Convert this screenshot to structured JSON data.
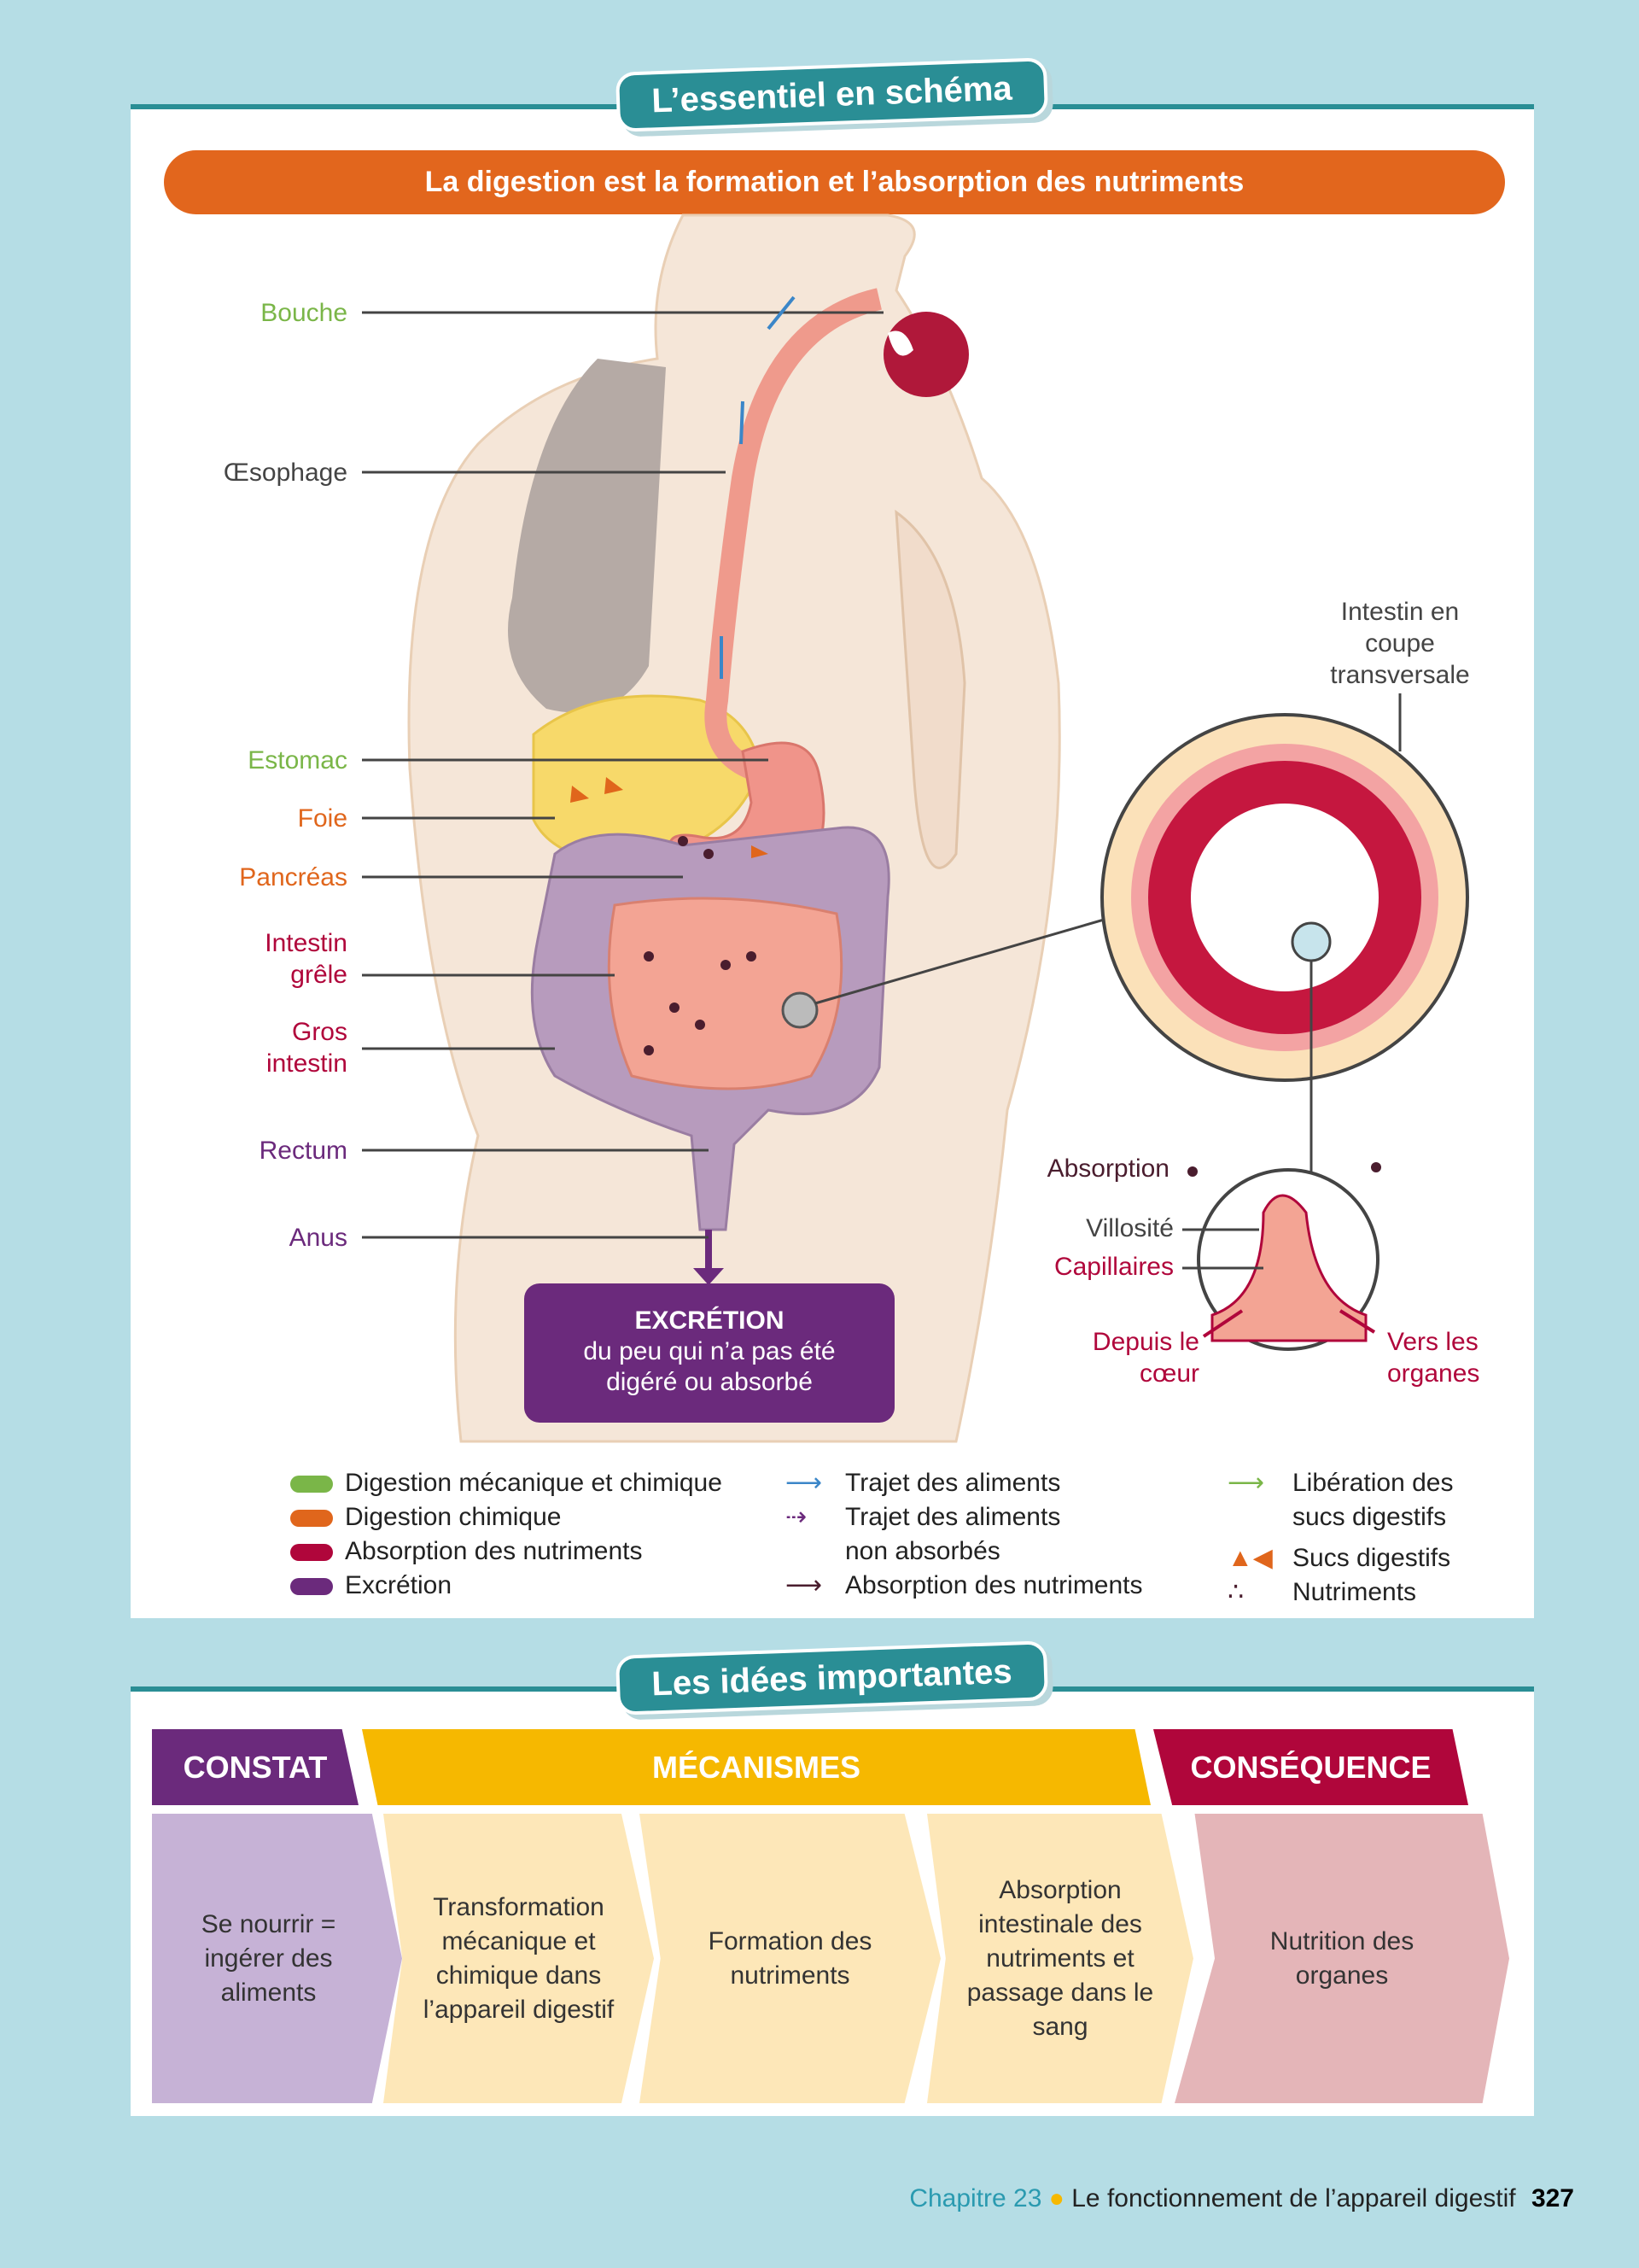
{
  "schema": {
    "tab": "L’essentiel en schéma",
    "banner": "La digestion est la formation et l’absorption des nutriments",
    "labels": {
      "bouche": "Bouche",
      "oesophage": "Œsophage",
      "estomac": "Estomac",
      "foie": "Foie",
      "pancreas": "Pancréas",
      "intestin_grele": "Intestin grêle",
      "gros_intestin": "Gros intestin",
      "rectum": "Rectum",
      "anus": "Anus"
    },
    "excretion": {
      "title": "EXCRÉTION",
      "text": "du peu qui n’a pas été digéré ou absorbé"
    },
    "coupe": "Intestin en coupe transversale",
    "villus": {
      "absorption": "Absorption",
      "villosite": "Villosité",
      "capillaires": "Capillaires",
      "depuis": "Depuis le cœur",
      "vers": "Vers les organes"
    },
    "legend": {
      "col1": [
        "Digestion mécanique et chimique",
        "Digestion chimique",
        "Absorption des nutriments",
        "Excrétion"
      ],
      "col2": [
        "Trajet des aliments",
        "Trajet des aliments non absorbés",
        "Absorption des nutriments"
      ],
      "col3": [
        "Libération des sucs digestifs",
        "Sucs digestifs",
        "Nutriments"
      ]
    },
    "colors": {
      "green": "#7ab648",
      "orange": "#e0661c",
      "red": "#b0063b",
      "purple": "#6b2a7c",
      "blue": "#3b86c8"
    }
  },
  "idees": {
    "tab": "Les idées importantes",
    "headers": [
      "CONSTAT",
      "MÉCANISMES",
      "CONSÉQUENCE"
    ],
    "steps": [
      "Se nourrir = ingérer des aliments",
      "Transformation mécanique et chimique dans l’appareil digestif",
      "Formation des nutriments",
      "Absorption intestinale des nutriments et passage dans le sang",
      "Nutrition des organes"
    ]
  },
  "footer": {
    "chapter": "Chapitre 23",
    "title": "Le fonctionnement de l’appareil digestif",
    "page": "327"
  }
}
